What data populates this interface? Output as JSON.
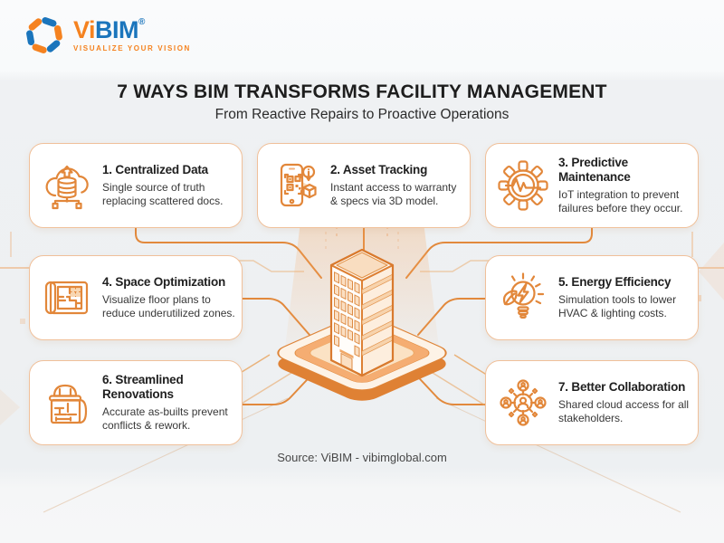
{
  "logo": {
    "brand_vi": "Vi",
    "brand_bim": "BIM",
    "registered": "®",
    "tagline": "VISUALIZE YOUR VISION"
  },
  "header": {
    "title": "7 WAYS BIM TRANSFORMS FACILITY MANAGEMENT",
    "subtitle": "From Reactive Repairs to Proactive Operations"
  },
  "cards": [
    {
      "title": "1. Centralized Data",
      "description": "Single source of truth replacing scattered docs.",
      "icon": "cloud-database-icon"
    },
    {
      "title": "2. Asset Tracking",
      "description": "Instant access to warranty & specs via 3D model.",
      "icon": "phone-qr-scan-icon"
    },
    {
      "title": "3. Predictive Maintenance",
      "description": "IoT integration to prevent failures before they occur.",
      "icon": "gear-pulse-icon"
    },
    {
      "title": "4. Space Optimization",
      "description": "Visualize floor plans to reduce underutilized zones.",
      "icon": "floor-plan-icon"
    },
    {
      "title": "5. Energy Efficiency",
      "description": "Simulation tools to lower HVAC & lighting costs.",
      "icon": "bulb-leaf-energy-icon"
    },
    {
      "title": "6. Streamlined Renovations",
      "description": "Accurate as-builts prevent conflicts & rework.",
      "icon": "hardhat-blueprint-icon"
    },
    {
      "title": "7. Better Collaboration",
      "description": "Shared cloud access for all stakeholders.",
      "icon": "people-network-icon"
    }
  ],
  "illustrations": {
    "center": "isometric-building-on-circuit-platform"
  },
  "footer": {
    "source": "Source: ViBIM - vibimglobal.com"
  },
  "colors": {
    "accent_orange": "#E8812D",
    "light_orange_fill": "#FBE3CC",
    "card_border": "#F0C09A",
    "logo_orange": "#F58220",
    "logo_blue": "#1B75BC",
    "text_dark": "#1D1D1D",
    "text_body": "#383838"
  }
}
